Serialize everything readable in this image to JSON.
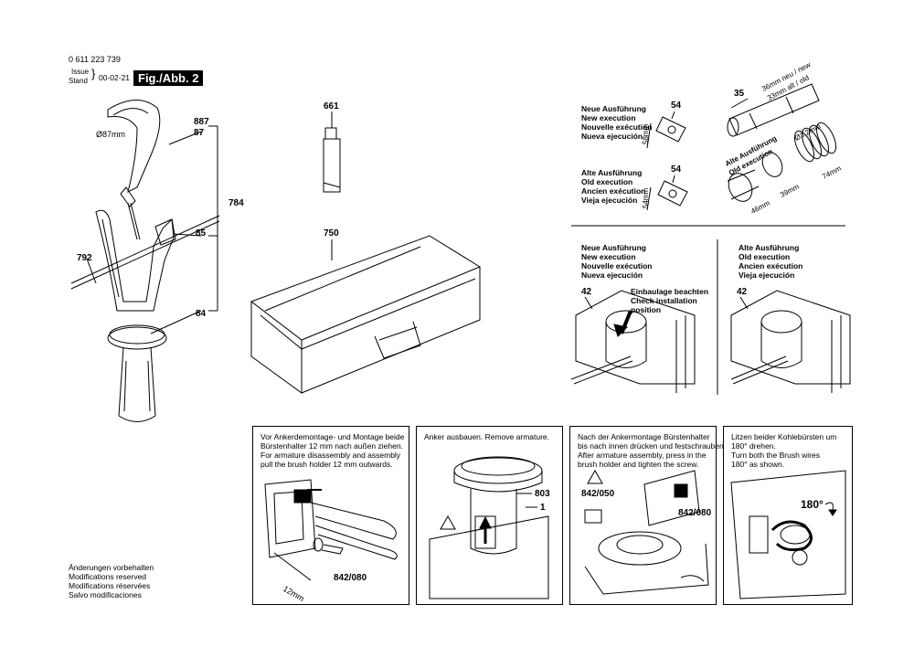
{
  "header": {
    "part_number": "0 611 223 739",
    "issue_label": "Issue",
    "stand_label": "Stand",
    "issue_date": "00-02-21",
    "figure_label": "Fig./Abb. 2"
  },
  "parts": {
    "p887": "887",
    "p87": "87",
    "p784": "784",
    "p85": "85",
    "p792": "792",
    "p84": "84",
    "diameter": "Ø87mm",
    "p661": "661",
    "p750": "750",
    "p54a": "54",
    "p54b": "54",
    "dim58": "58mm",
    "dim54": "54mm",
    "p35": "35",
    "dim36": "36mm neu / new",
    "dim33": "33mm alt / old",
    "dim32": "Ø3,2mm",
    "dim74": "74mm",
    "dim39": "39mm",
    "dim46": "46mm",
    "old_exec_a": "Alte Ausführung",
    "old_exec_b": "Old execution",
    "p42a": "42",
    "p42b": "42"
  },
  "new_execution": [
    "Neue Ausführung",
    "New execution",
    "Nouvelle exécution",
    "Nueva ejecución"
  ],
  "old_execution": [
    "Alte Ausführung",
    "Old execution",
    "Ancien exécution",
    "Vieja ejecución"
  ],
  "new_execution_2": [
    "Neue Ausführung",
    "New execution",
    "Nouvelle exécution",
    "Nueva ejecución"
  ],
  "old_execution_2": [
    "Alte Ausführung",
    "Old execution",
    "Ancien exécution",
    "Vieja ejecución"
  ],
  "install_note": [
    "Einbaulage beachten",
    "Check installation",
    "position"
  ],
  "panels": {
    "p1": {
      "text": [
        "Vor Ankerdemontage- und Montage beide",
        "Bürstenhalter 12 mm nach außen ziehen.",
        "For armature disassembly and assembly",
        "pull the brush holder 12 mm outwards."
      ],
      "dim": "12mm",
      "part": "842/080"
    },
    "p2": {
      "text": [
        "Anker ausbauen. Remove armature."
      ],
      "part_a": "803",
      "part_b": "1"
    },
    "p3": {
      "text": [
        "Nach der Ankermontage Bürstenhalter",
        "bis nach innen drücken und festschrauben.",
        "After armature assembly, press in the",
        "brush holder and tighten the screw."
      ],
      "part_a": "842/050",
      "part_b": "842/080"
    },
    "p4": {
      "text": [
        "Litzen beider Kohlebürsten um",
        "180° drehen.",
        "Turn both the Brush wires",
        "180° as shown."
      ],
      "angle": "180°"
    }
  },
  "footer": [
    "Änderungen vorbehalten",
    "Modifications reserved",
    "Modifications réservées",
    "Salvo modificaciones"
  ]
}
